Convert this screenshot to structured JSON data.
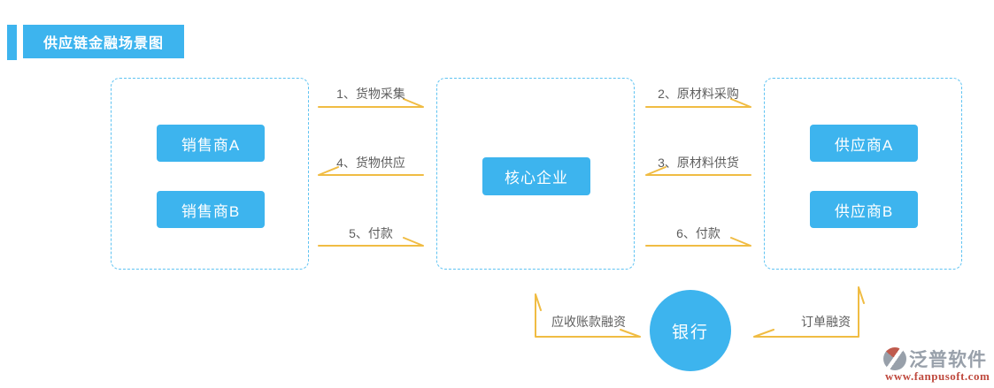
{
  "page": {
    "title": "供应链金融场景图"
  },
  "colors": {
    "accent_blue": "#3db4ee",
    "dashed_border_blue": "#5fc3f2",
    "arrow_gold": "#f0bc43",
    "label_gray": "#5e5e5e",
    "logo_gray": "#98a0aa",
    "logo_red": "#bf5a4d",
    "url_red": "#bf4a3f"
  },
  "groups": {
    "sellers": {
      "node_a": "销售商A",
      "node_b": "销售商B"
    },
    "core": {
      "node": "核心企业"
    },
    "suppliers": {
      "node_a": "供应商A",
      "node_b": "供应商B"
    }
  },
  "flows": {
    "left_gap": [
      {
        "label": "1、货物采集",
        "direction": "right"
      },
      {
        "label": "4、货物供应",
        "direction": "left"
      },
      {
        "label": "5、付款",
        "direction": "right"
      }
    ],
    "right_gap": [
      {
        "label": "2、原材料采购",
        "direction": "right"
      },
      {
        "label": "3、原材料供货",
        "direction": "left"
      },
      {
        "label": "6、付款",
        "direction": "right"
      }
    ],
    "bank_to_core": {
      "label": "应收账款融资"
    },
    "bank_to_suppliers": {
      "label": "订单融资"
    }
  },
  "bank": {
    "label": "银行"
  },
  "logo": {
    "icon": "fanpu-logo-icon",
    "name": "泛普软件",
    "url": "www.fanpusoft.com"
  }
}
